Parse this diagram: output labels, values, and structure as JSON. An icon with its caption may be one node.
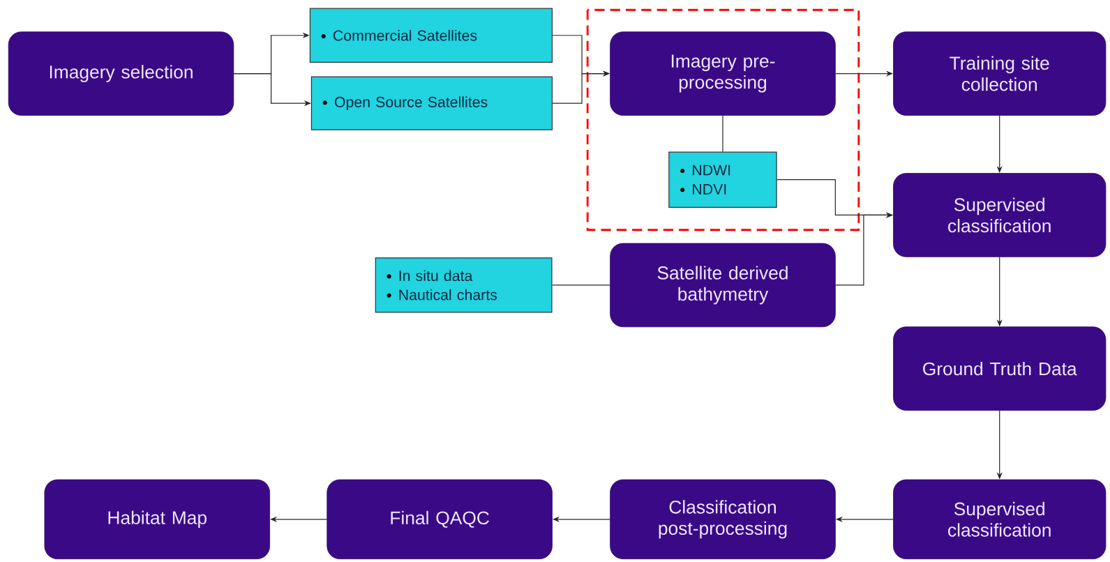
{
  "diagram": {
    "nodes": [
      {
        "text": [
          "Imagery selection"
        ]
      },
      {
        "text": [
          "Commercial Satellites"
        ]
      },
      {
        "text": [
          "Open Source Satellites"
        ]
      },
      {
        "text": [
          "Imagery pre-processing"
        ]
      },
      {
        "text": [
          "Training site collection"
        ]
      },
      {
        "text": [
          "NDWI",
          "NDVI"
        ]
      },
      {
        "text": [
          "Supervised classification"
        ]
      },
      {
        "text": [
          "In situ data",
          "Nautical charts"
        ]
      },
      {
        "text": [
          "Satellite derived bathymetry"
        ]
      },
      {
        "text": [
          "Ground Truth Data"
        ]
      },
      {
        "text": [
          "Supervised classification"
        ]
      },
      {
        "text": [
          "Classification post-processing"
        ]
      },
      {
        "text": [
          "Final QAQC"
        ]
      },
      {
        "text": [
          "Habitat Map"
        ]
      }
    ],
    "edges": [
      {
        "from": 0,
        "to": 1,
        "arrow": "to"
      },
      {
        "from": 0,
        "to": 2,
        "arrow": "to"
      },
      {
        "from": 1,
        "to": 3,
        "arrow": "to"
      },
      {
        "from": 2,
        "to": 3,
        "arrow": "to"
      },
      {
        "from": 3,
        "to": 4,
        "arrow": "to"
      },
      {
        "from": 3,
        "to": 5,
        "arrow": "none"
      },
      {
        "from": 4,
        "to": 6,
        "arrow": "to"
      },
      {
        "from": 5,
        "to": 6,
        "arrow": "to"
      },
      {
        "from": 7,
        "to": 8,
        "arrow": "none"
      },
      {
        "from": 8,
        "to": 6,
        "arrow": "to"
      },
      {
        "from": 6,
        "to": 9,
        "arrow": "to"
      },
      {
        "from": 9,
        "to": 10,
        "arrow": "to"
      },
      {
        "from": 10,
        "to": 11,
        "arrow": "to"
      },
      {
        "from": 11,
        "to": 12,
        "arrow": "to"
      },
      {
        "from": 12,
        "to": 13,
        "arrow": "to"
      }
    ]
  }
}
